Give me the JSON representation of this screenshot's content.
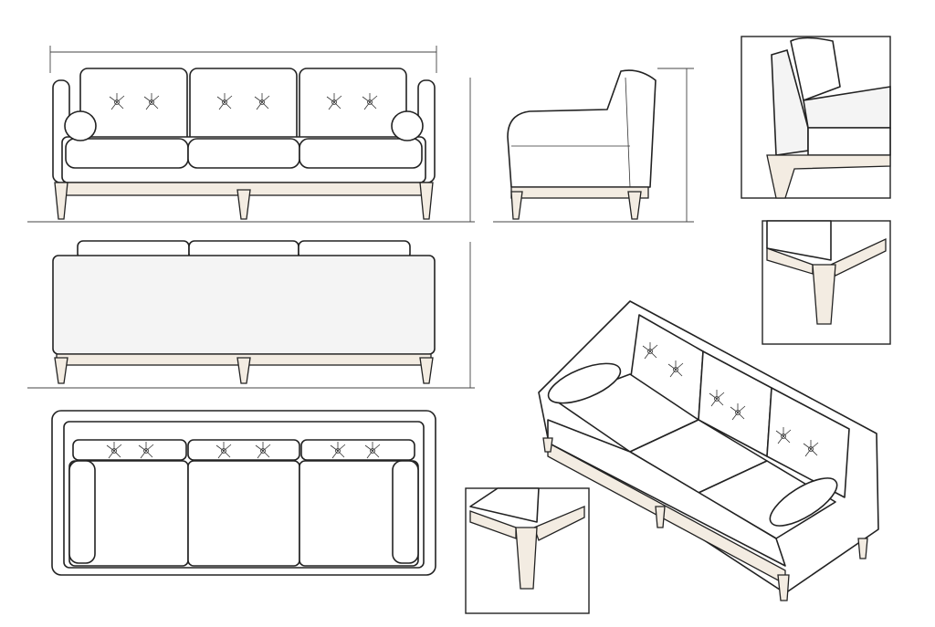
{
  "drawing": {
    "views": [
      "front-elevation",
      "side-elevation",
      "rear-elevation",
      "plan-view",
      "isometric-view",
      "frame-section-detail",
      "leg-joint-detail-1",
      "leg-joint-detail-2"
    ],
    "line_color": "#222222",
    "wood_color": "#f3ece2",
    "background": "#ffffff"
  }
}
